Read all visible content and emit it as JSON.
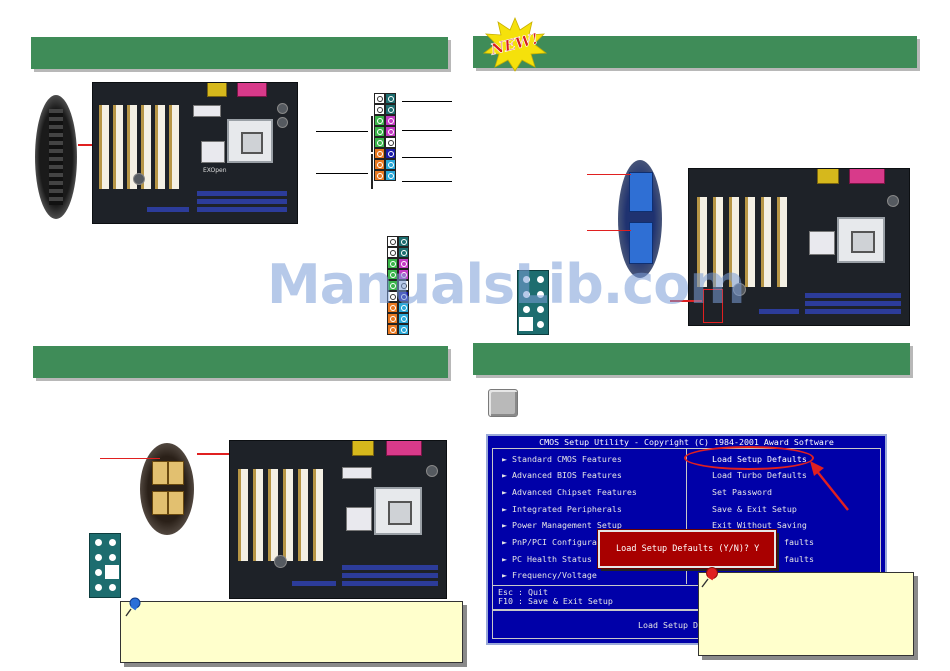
{
  "badge": {
    "new_label": "NEW!",
    "burst_color": "#f5e10b",
    "text_color": "#d61e1e"
  },
  "watermark": {
    "text": "ManualsLib.com"
  },
  "section_colors": {
    "bar": "#3f8c58",
    "bar_shadow": "#b8b8b8"
  },
  "bios": {
    "title": "CMOS Setup Utility - Copyright (C) 1984-2001 Award Software",
    "left_menu": [
      "► Standard CMOS Features",
      "► Advanced BIOS Features",
      "► Advanced Chipset Features",
      "► Integrated Peripherals",
      "► Power Management Setup",
      "► PnP/PCI Configura",
      "► PC Health Status",
      "► Frequency/Voltage"
    ],
    "right_menu": [
      "Load Setup Defaults",
      "Load Turbo Defaults",
      "Set Password",
      "Save & Exit Setup",
      "Exit Without Saving",
      "faults",
      "faults"
    ],
    "footer_keys": [
      "Esc : Quit",
      "F10 : Save & Exit Setup"
    ],
    "footer_status": "Load Setup De",
    "dialog_text": "Load Setup Defaults (Y/N)? Y",
    "bg_color": "#0000a8",
    "dialog_color": "#a80000",
    "highlight_color": "#e02020"
  },
  "icons": [
    "pushpin-icon",
    "pushpin-icon"
  ],
  "board_label": "EXOpen"
}
